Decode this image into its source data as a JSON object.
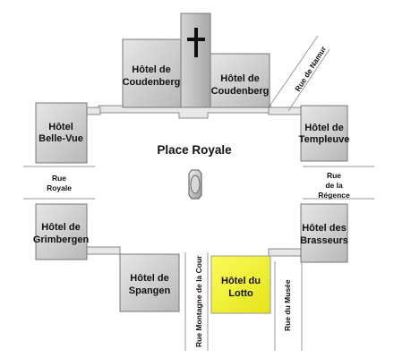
{
  "plaza": {
    "title": "Place Royale"
  },
  "buildings": {
    "coudenberg_left": {
      "lines": [
        "Hôtel de",
        "Coudenberg"
      ]
    },
    "coudenberg_right": {
      "lines": [
        "Hôtel de",
        "Coudenberg"
      ]
    },
    "belle_vue": {
      "lines": [
        "Hôtel",
        "Belle-Vue"
      ]
    },
    "templeuve": {
      "lines": [
        "Hôtel de",
        "Templeuve"
      ]
    },
    "grimbergen": {
      "lines": [
        "Hôtel de",
        "Grimbergen"
      ]
    },
    "brasseurs": {
      "lines": [
        "Hôtel des",
        "Brasseurs"
      ]
    },
    "spangen": {
      "lines": [
        "Hôtel de",
        "Spangen"
      ]
    },
    "lotto": {
      "lines": [
        "Hôtel du",
        "Lotto"
      ],
      "highlight_color": "#f5f52a"
    }
  },
  "streets": {
    "rue_royale": {
      "lines": [
        "Rue",
        "Royale"
      ]
    },
    "rue_de_la_regence": {
      "lines": [
        "Rue",
        "de la",
        "Régence"
      ]
    },
    "rue_de_namur": {
      "label": "Rue de Namur"
    },
    "rue_montagne_de_la_cour": {
      "label": "Rue Montagne de la Cour"
    },
    "rue_du_musee": {
      "label": "Rue du Musée"
    }
  },
  "icons": {
    "church": "cross-icon",
    "monument": "statue-icon"
  },
  "colors": {
    "building_light": "#dcdcdc",
    "building_dark": "#8e8e8e",
    "church": "#c8c8c8",
    "lotto": "#f5f52a"
  }
}
